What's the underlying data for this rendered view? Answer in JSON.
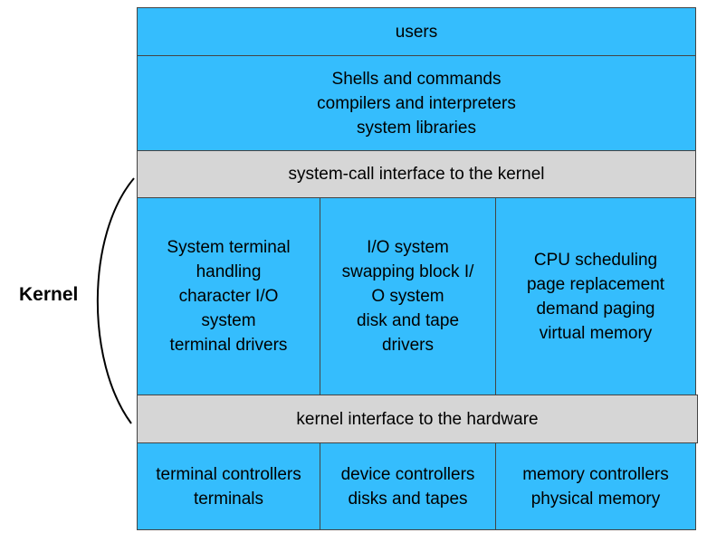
{
  "layers": {
    "users": "users",
    "shells": [
      "Shells and commands",
      "compilers and interpreters",
      "system libraries"
    ],
    "syscall": "system-call interface to the kernel",
    "kernel_col1": [
      "System terminal",
      "handling",
      "character I/O",
      "system",
      "terminal drivers"
    ],
    "kernel_col2": [
      "I/O system",
      "swapping block I/",
      "O system",
      "disk and tape",
      "drivers"
    ],
    "kernel_col3": [
      "CPU scheduling",
      "page replacement",
      "demand paging",
      "virtual memory"
    ],
    "hw_interface": "kernel interface to the hardware",
    "hw_col1": [
      "terminal controllers",
      "terminals"
    ],
    "hw_col2": [
      "device controllers",
      "disks and tapes"
    ],
    "hw_col3": [
      "memory controllers",
      "physical memory"
    ]
  },
  "kernel_label": "Kernel",
  "colors": {
    "layer_blue": "#35bdfd",
    "interface_gray": "#d6d6d6",
    "border": "#444444"
  }
}
